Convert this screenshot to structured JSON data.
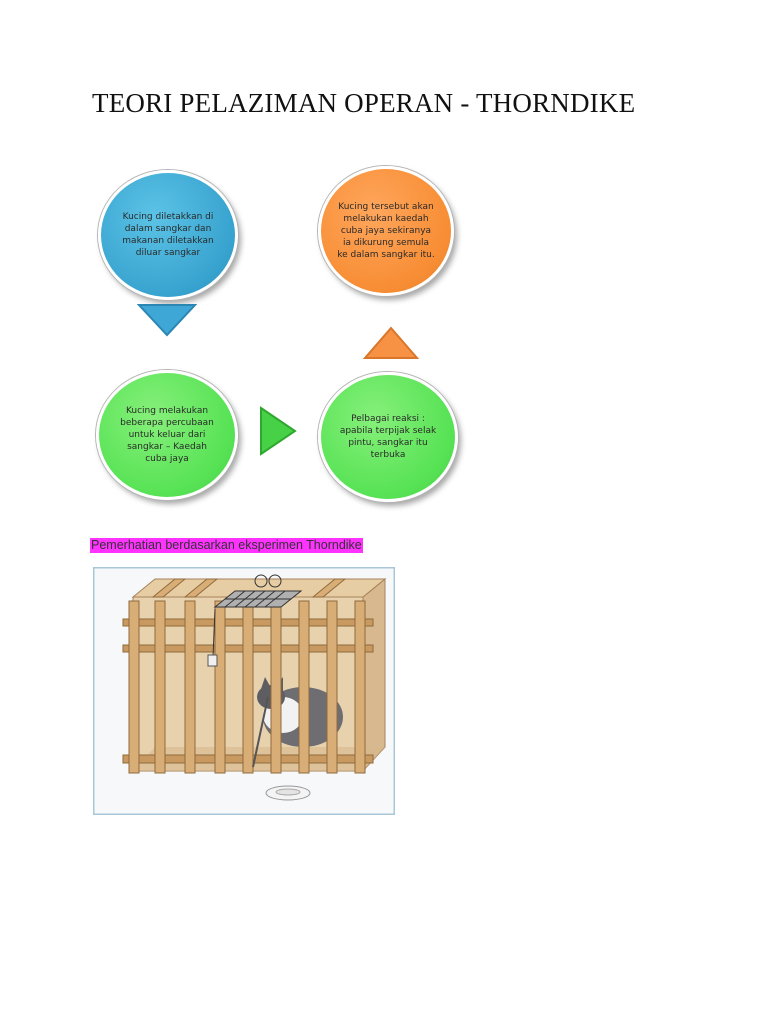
{
  "document": {
    "title": "TEORI PELAZIMAN OPERAN - THORNDIKE"
  },
  "diagram": {
    "nodes": [
      {
        "id": "step1",
        "text": "Kucing diletakkan di dalam sangkar dan makanan diletakkan diluar sangkar",
        "color": "#38a3cf"
      },
      {
        "id": "step2",
        "text": "Kucing melakukan beberapa percubaan untuk keluar dari sangkar – Kaedah cuba jaya",
        "color": "#56e254"
      },
      {
        "id": "step3",
        "text": "Pelbagai reaksi : apabila terpijak selak pintu, sangkar itu terbuka",
        "color": "#56e254"
      },
      {
        "id": "step4",
        "text": "Kucing tersebut akan melakukan kaedah cuba jaya sekiranya ia dikurung semula ke dalam sangkar itu.",
        "color": "#f78d34"
      }
    ],
    "arrows": [
      {
        "direction": "down",
        "color": "#3fa7d6"
      },
      {
        "direction": "right",
        "color": "#46d146"
      },
      {
        "direction": "up",
        "color": "#f79245"
      }
    ]
  },
  "caption": {
    "text": "Pemerhatian berdasarkan eksperimen Thorndike",
    "highlight": "#ff33ff"
  },
  "illustration": {
    "subject": "puzzle-box-cat"
  }
}
